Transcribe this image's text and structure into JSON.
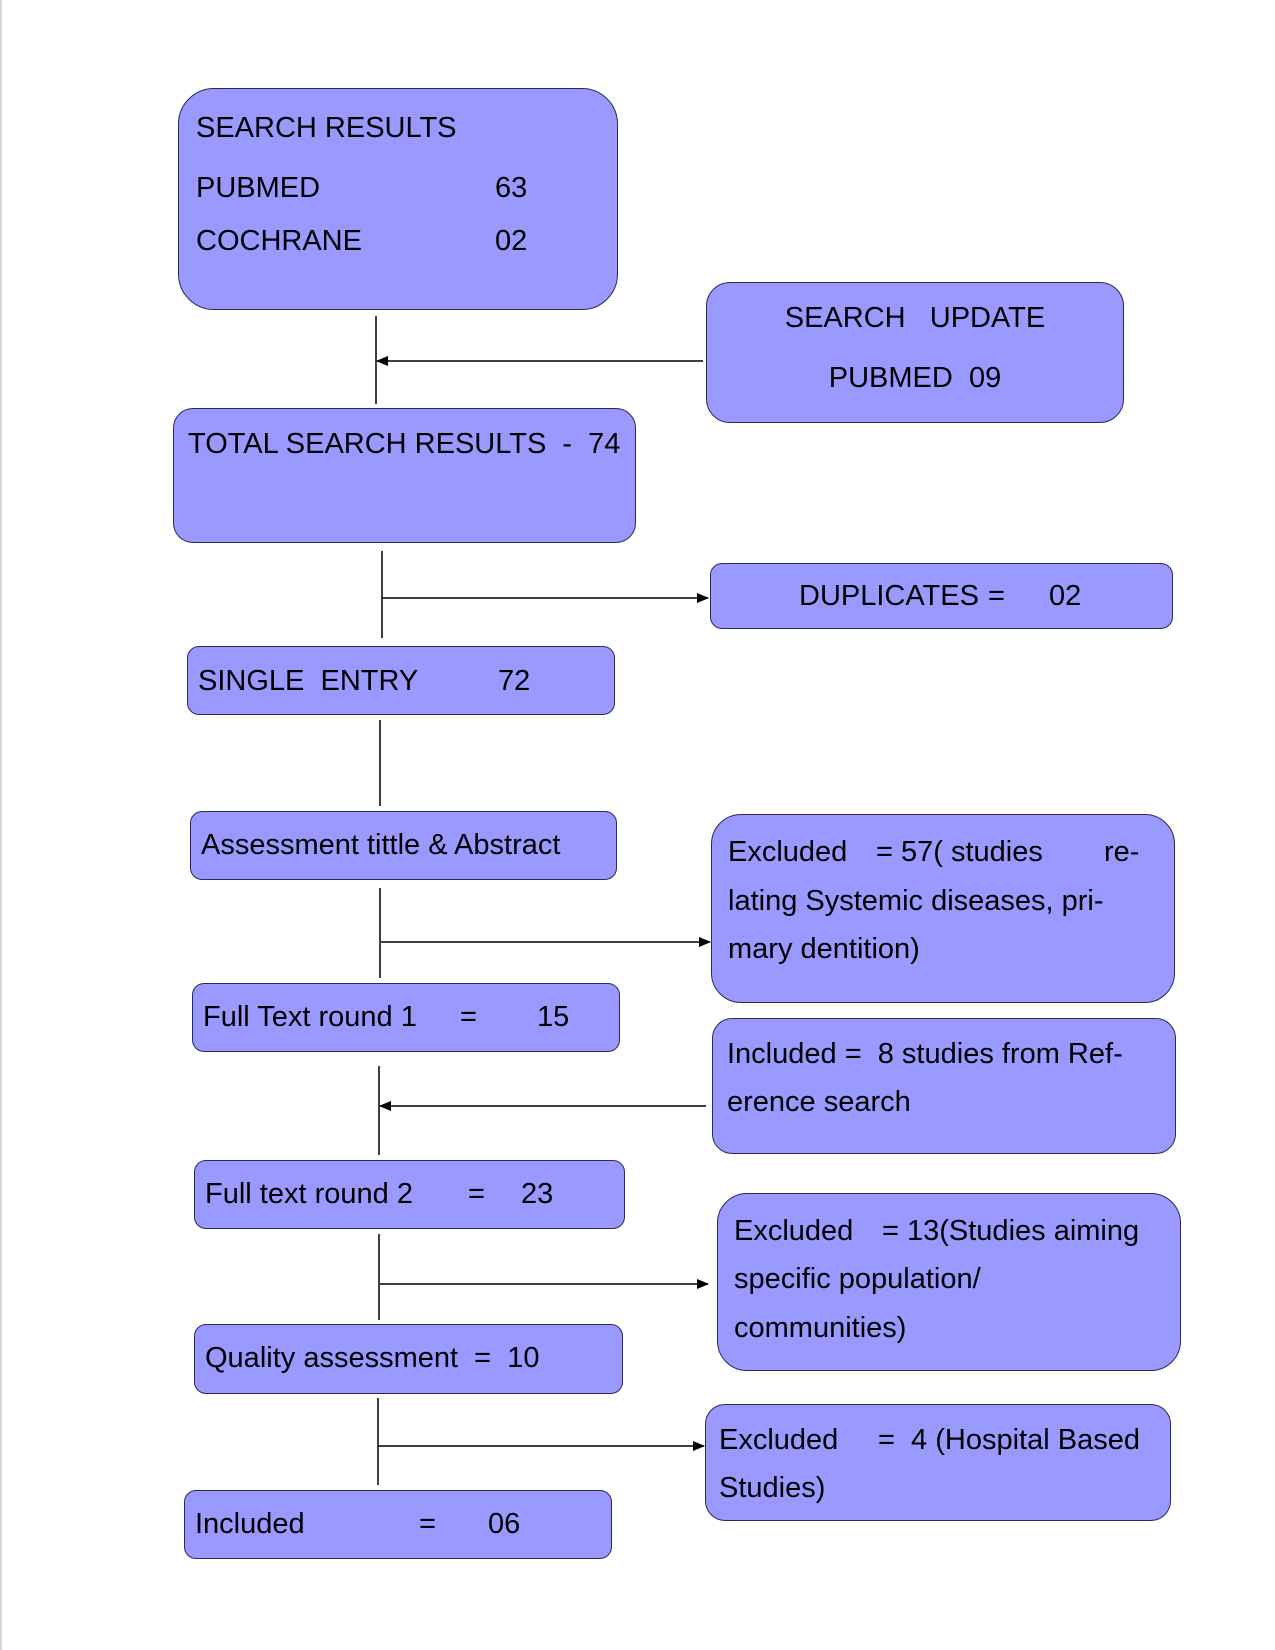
{
  "boxes": {
    "search_results": {
      "title": "SEARCH RESULTS",
      "rows": [
        {
          "label": "PUBMED",
          "value": "63"
        },
        {
          "label": "COCHRANE",
          "value": "02"
        }
      ]
    },
    "search_update": {
      "line1": "SEARCH   UPDATE",
      "line2": "PUBMED  09"
    },
    "total": {
      "label": "TOTAL SEARCH RESULTS  -  74"
    },
    "duplicates": {
      "label": "DUPLICATES",
      "eq": "=",
      "value": "02"
    },
    "single_entry": {
      "label": "SINGLE  ENTRY",
      "value": "72"
    },
    "assessment": {
      "label": "Assessment tittle & Abstract"
    },
    "excluded_57": {
      "line1a": "Excluded",
      "line1b": "= 57( studies",
      "line1c": "re-",
      "line2": "lating Systemic diseases, pri-",
      "line3": "mary dentition)"
    },
    "full_text_1": {
      "label": "Full Text round 1",
      "eq": "=",
      "value": "15"
    },
    "included_8": {
      "line1": "Included =  8 studies from Ref-",
      "line2": "erence search"
    },
    "full_text_2": {
      "label": "Full text round 2",
      "eq": "=",
      "value": "23"
    },
    "excluded_13": {
      "line1a": "Excluded",
      "line1b": "= 13(Studies aiming",
      "line2": "specific population/",
      "line3": "communities)"
    },
    "quality": {
      "label": "Quality assessment  =  10"
    },
    "excluded_4": {
      "line1a": "Excluded",
      "line1b": "=  4 (Hospital Based",
      "line2": "Studies)"
    },
    "included_final": {
      "label": "Included",
      "eq": "=",
      "value": "06"
    }
  },
  "colors": {
    "box_fill": "#9999ff",
    "box_border": "#2a2a5a",
    "line": "#000000"
  }
}
